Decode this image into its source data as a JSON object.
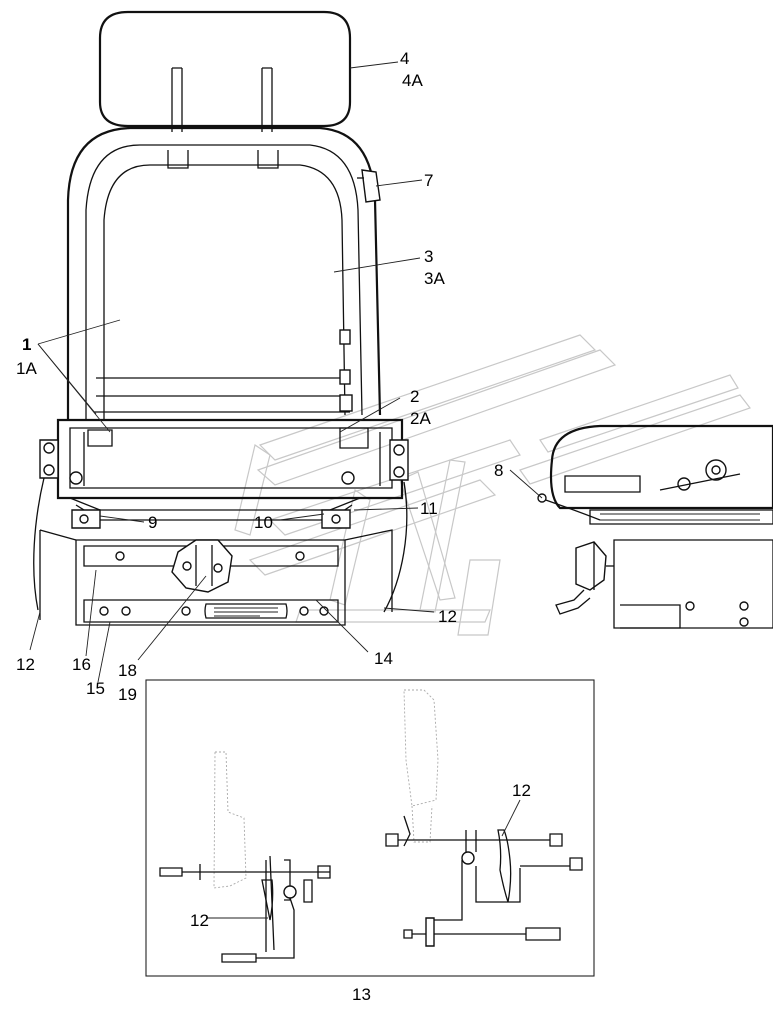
{
  "diagram": {
    "callouts": [
      "4",
      "4A",
      "7",
      "3",
      "3A",
      "1",
      "1A",
      "2",
      "2A",
      "8",
      "9",
      "10",
      "11",
      "12",
      "12",
      "12",
      "12",
      "14",
      "16",
      "15",
      "18",
      "19",
      "13"
    ],
    "inset_caption": "13"
  }
}
